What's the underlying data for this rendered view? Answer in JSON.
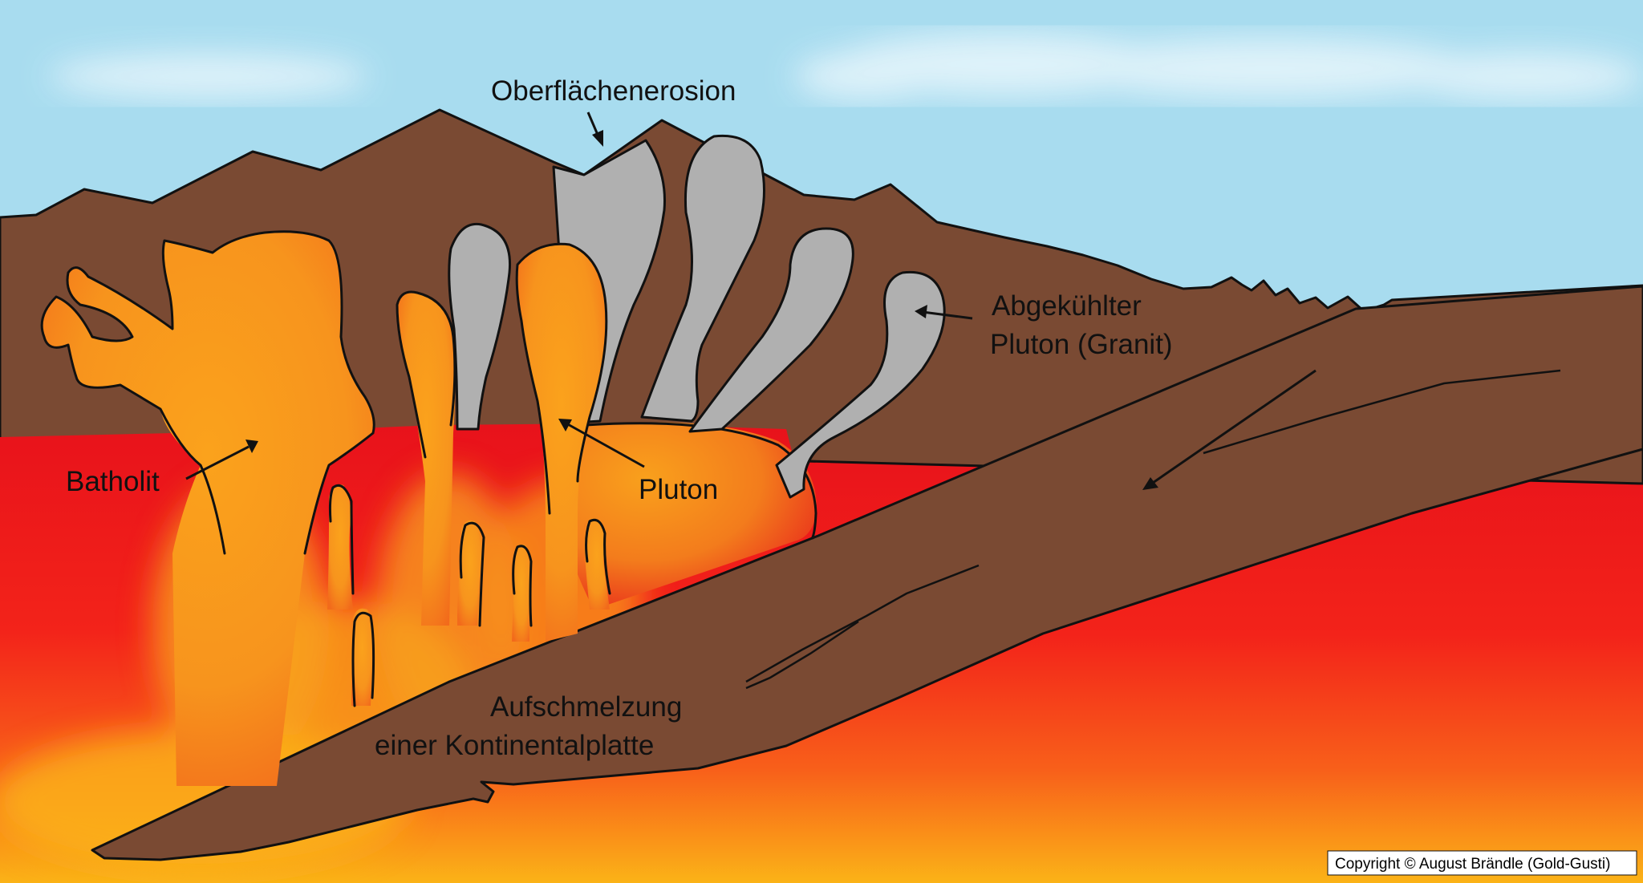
{
  "labels": {
    "surface_erosion": "Oberflächenerosion",
    "cooled_pluton_line1": "Abgekühlter",
    "cooled_pluton_line2": "Pluton (Granit)",
    "batholith": "Batholit",
    "pluton": "Pluton",
    "melting_line1": "Aufschmelzung",
    "melting_line2": "einer Kontinentalplatte"
  },
  "copyright": "Copyright © August Brändle (Gold-Gusti)",
  "colors": {
    "sky": "#a8dcef",
    "crust": "#7a4a33",
    "magma_red": "#e8121b",
    "magma_orange": "#f7941d",
    "granite": "#b0b0b0",
    "outline": "#111111"
  }
}
